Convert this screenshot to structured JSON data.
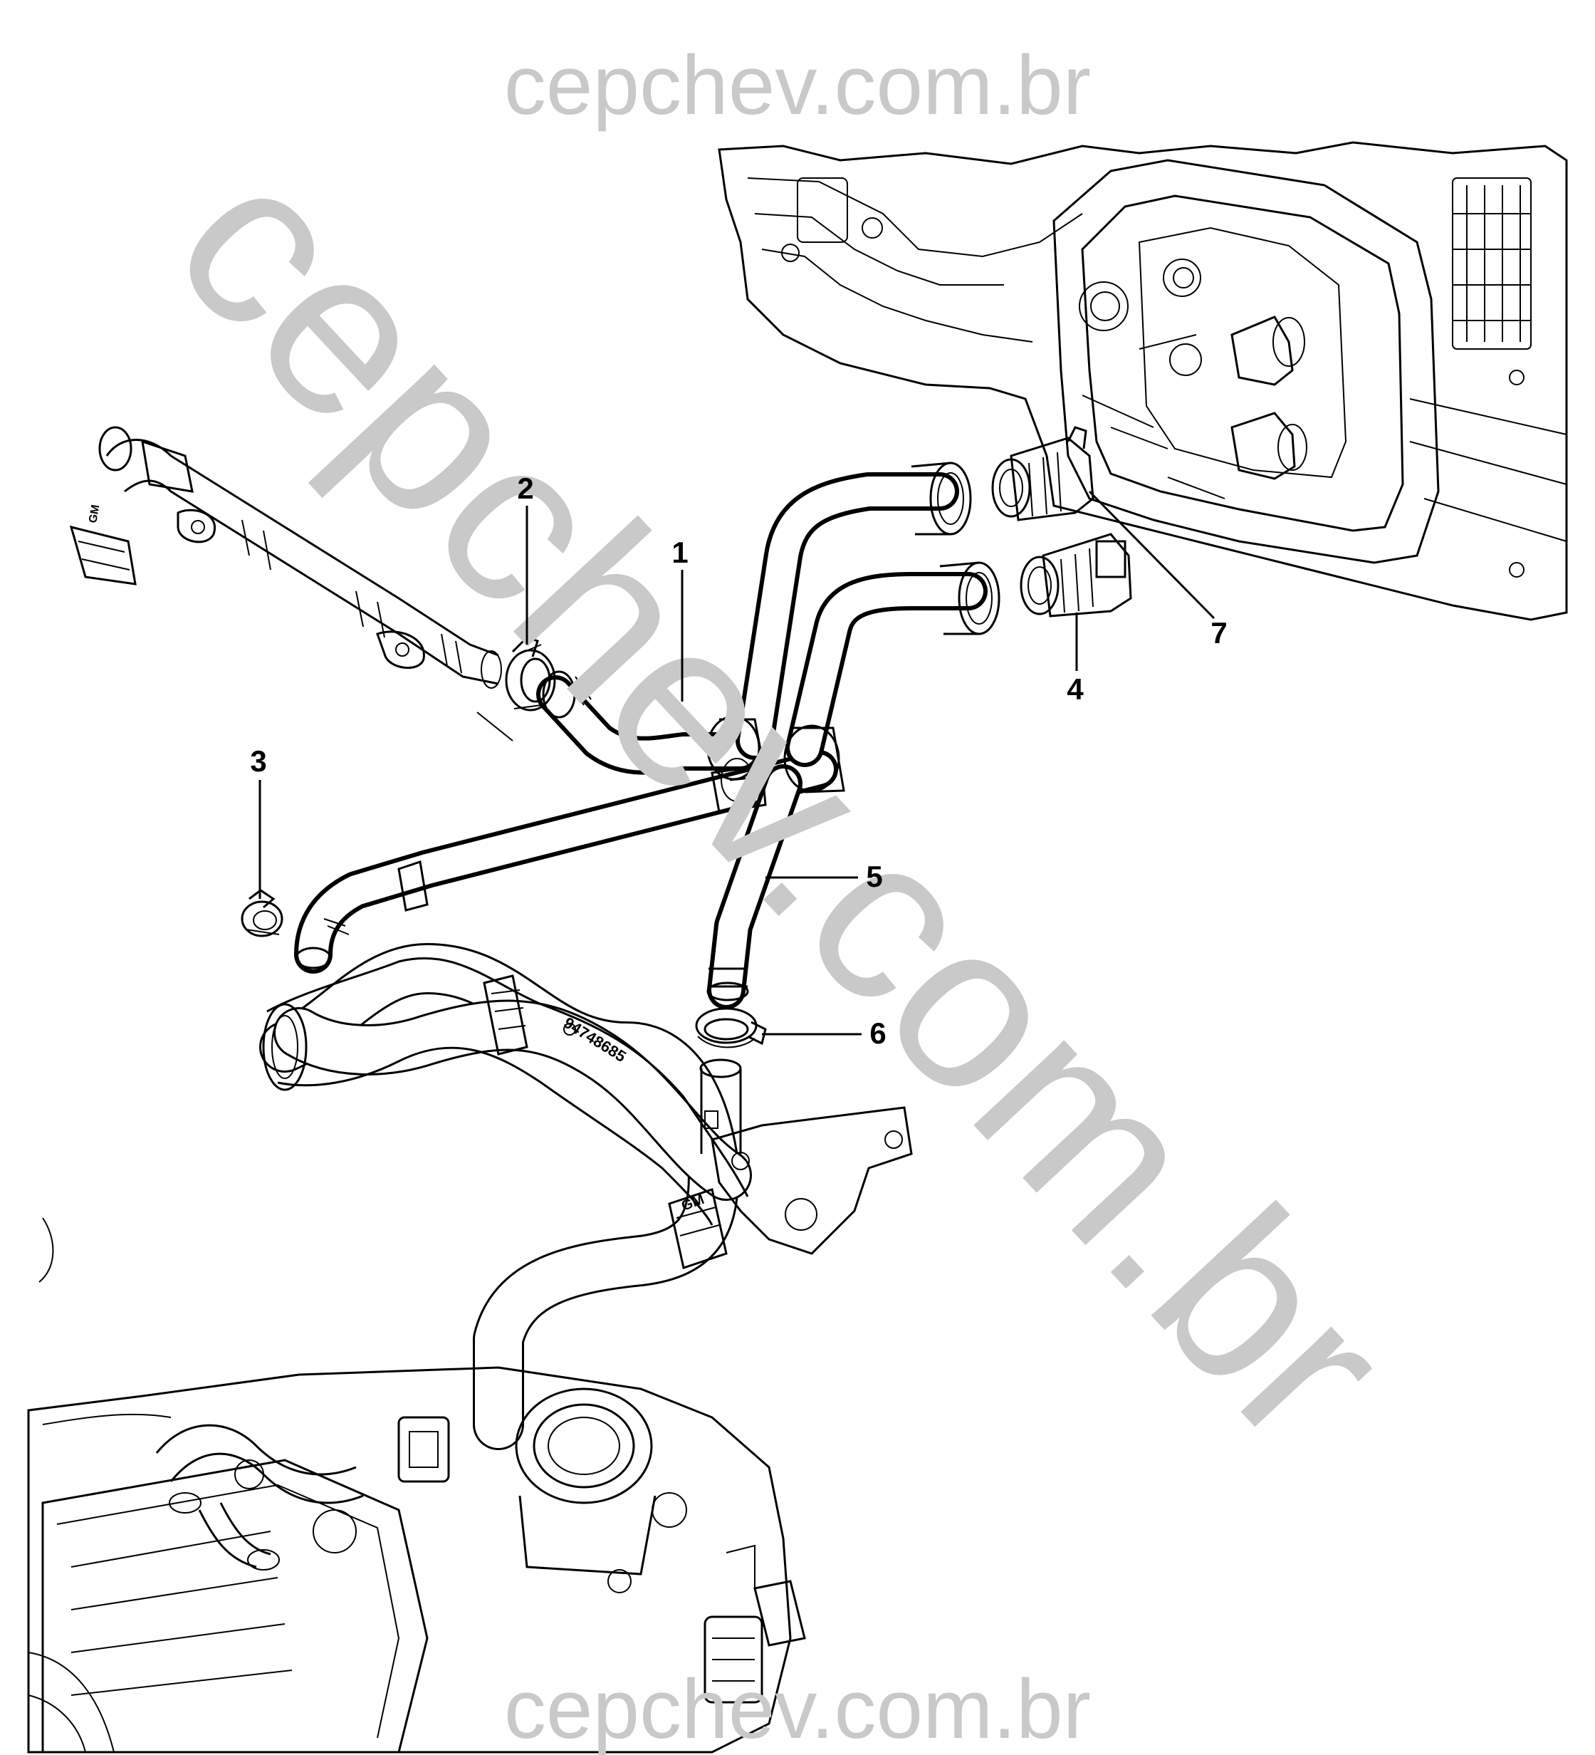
{
  "watermark": {
    "top": "cepchev.com.br",
    "diagonal": "cepchev.com.br",
    "bottom": "cepchev.com.br"
  },
  "callouts": [
    {
      "id": "1",
      "label": "1"
    },
    {
      "id": "2",
      "label": "2"
    },
    {
      "id": "3",
      "label": "3"
    },
    {
      "id": "4",
      "label": "4"
    },
    {
      "id": "5",
      "label": "5"
    },
    {
      "id": "6",
      "label": "6"
    },
    {
      "id": "7",
      "label": "7"
    }
  ],
  "markings": {
    "part_number": "94748685",
    "brand_mark": "GM"
  }
}
